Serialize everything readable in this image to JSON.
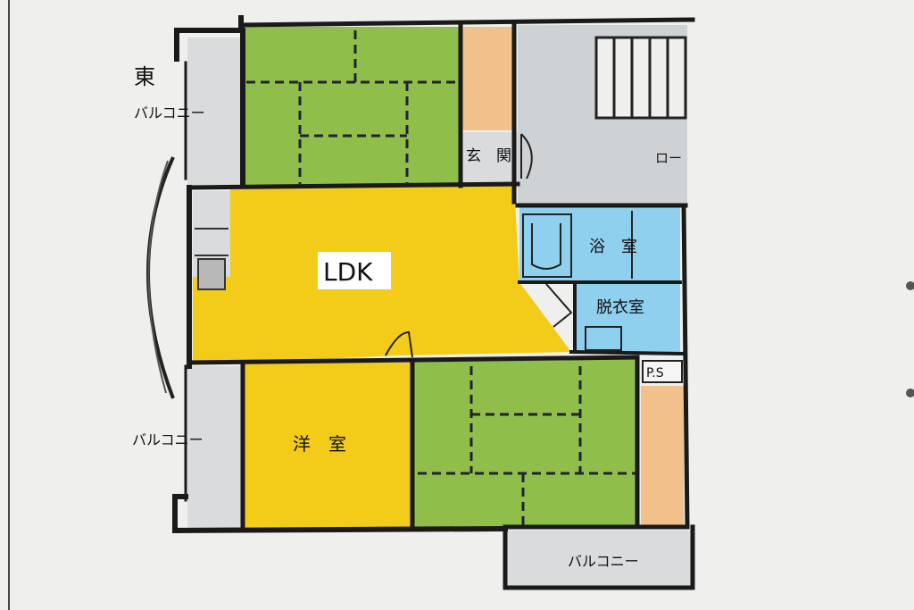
{
  "plan": {
    "colors": {
      "paper": "#efefed",
      "wall": "#1a1a1a",
      "tatami": "#8fbf4a",
      "living": "#f3cc1a",
      "bath": "#8fd0ee",
      "corridor": "#cfd2d4",
      "storage": "#f2c08a",
      "balcony": "#d9dbdc"
    },
    "labels": {
      "east": "東",
      "balcony_east": "バルコニー",
      "genkan": "玄　関",
      "hall": "ロー",
      "ldk": "LDK",
      "bath": "浴　室",
      "dressing": "脱衣室",
      "ps": "P.S",
      "western_room": "洋　室",
      "balcony_west": "バルコニー",
      "balcony_south": "バルコニー"
    }
  }
}
